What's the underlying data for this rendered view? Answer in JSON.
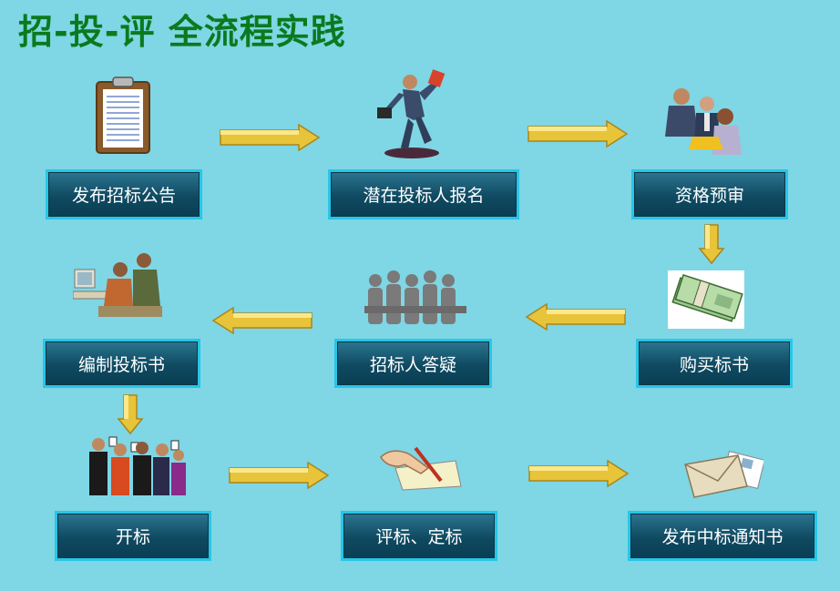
{
  "title": "招-投-评 全流程实践",
  "steps": [
    {
      "label": "发布招标公告",
      "icon": "clipboard-icon"
    },
    {
      "label": "潜在投标人报名",
      "icon": "businessman-icon"
    },
    {
      "label": "资格预审",
      "icon": "meeting-people-icon"
    },
    {
      "label": "购买标书",
      "icon": "money-icon"
    },
    {
      "label": "招标人答疑",
      "icon": "group-silhouette-icon"
    },
    {
      "label": "编制投标书",
      "icon": "computer-workers-icon"
    },
    {
      "label": "开标",
      "icon": "people-raising-cards-icon"
    },
    {
      "label": "评标、定标",
      "icon": "hand-writing-icon"
    },
    {
      "label": "发布中标通知书",
      "icon": "envelope-icon"
    }
  ],
  "colors": {
    "background": "#7fd6e4",
    "title": "#0a7a1e",
    "box_border": "#27c6e8",
    "box_fill": "#0f4a61",
    "arrow": "#e8c43a"
  }
}
